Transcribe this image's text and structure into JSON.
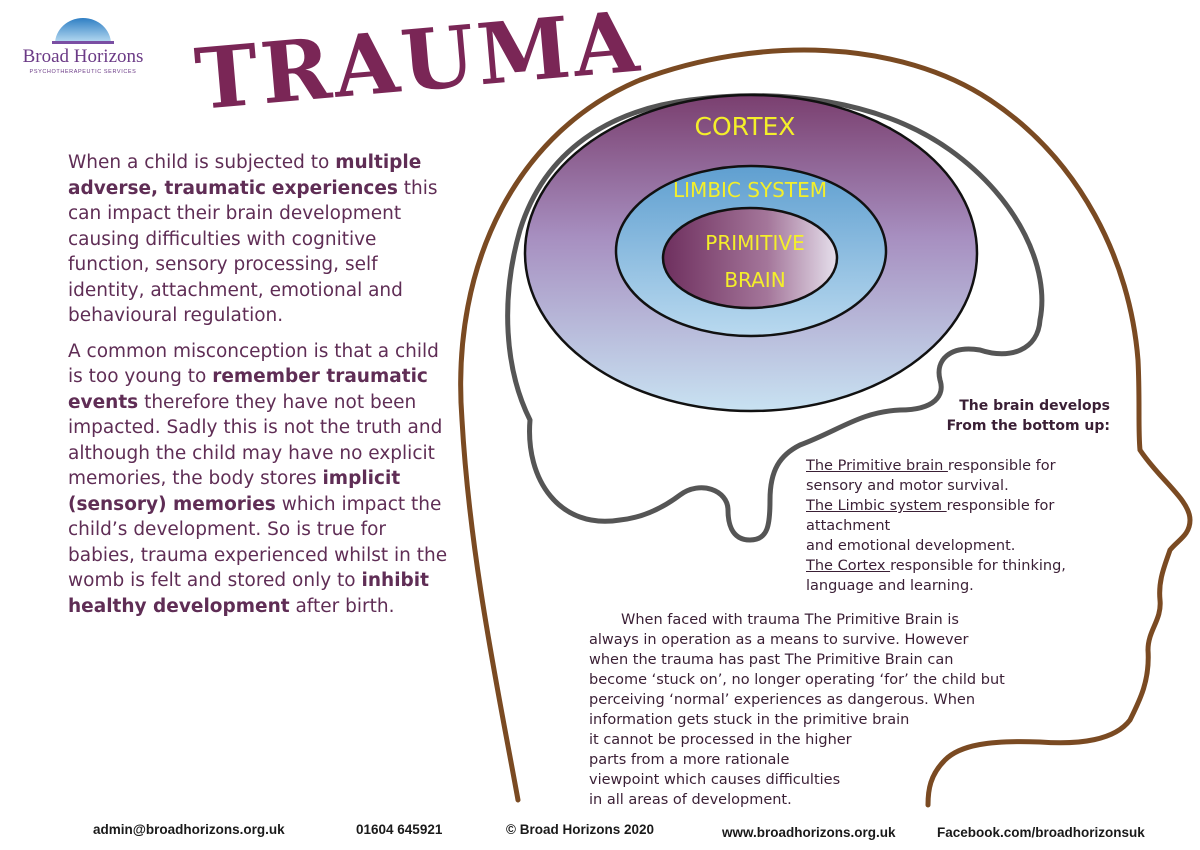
{
  "logo": {
    "name": "Broad Horizons",
    "subtitle": "PSYCHOTHERAPEUTIC SERVICES"
  },
  "title": "TRAUMA",
  "left_text": {
    "p1": [
      {
        "t": "When a child is subjected to"
      },
      {
        "t": "multiple adverse, traumatic",
        "b": true
      },
      {
        "t": "experiences",
        "b": true
      },
      {
        "t": " this can impact"
      },
      {
        "t": "their brain development causing"
      },
      {
        "t": "difficulties with cognitive"
      },
      {
        "t": "function, sensory processing,"
      },
      {
        "t": "self identity, attachment,"
      },
      {
        "t": "emotional and behavioural"
      },
      {
        "t": "regulation."
      }
    ],
    "p2": [
      {
        "t": "A common misconception is"
      },
      {
        "t": "that a child is too young to"
      },
      {
        "t": "remember traumatic events",
        "b": true
      },
      {
        "t": "therefore they have not been"
      },
      {
        "t": "impacted. Sadly this is not the"
      },
      {
        "t": "truth and although the child"
      },
      {
        "t": "may have no explicit memories,"
      },
      {
        "t": "the body stores "
      },
      {
        "t": "implicit",
        "b": true
      },
      {
        "t": "(sensory) memories",
        "b": true
      },
      {
        "t": " which"
      },
      {
        "t": "impact the child’s development."
      },
      {
        "t": "So is true for babies, trauma"
      },
      {
        "t": "experienced whilst in the womb"
      },
      {
        "t": "is felt and stored only to "
      },
      {
        "t": "inhibit",
        "b": true
      },
      {
        "t": "healthy development",
        "b": true
      },
      {
        "t": " after birth."
      }
    ]
  },
  "brain": {
    "cortex": "CORTEX",
    "limbic": "LIMBIC SYSTEM",
    "primitive_1": "PRIMITIVE",
    "primitive_2": "BRAIN",
    "colors": {
      "cortex_top": "#7a3f6f",
      "cortex_bottom": "#c8e2f2",
      "primitive": "#7a3a68",
      "label": "#f4ef2a",
      "head_outline": "#7a4a22",
      "brain_outline": "#555555"
    }
  },
  "develops": {
    "line1": "The brain develops",
    "line2": "From the bottom up:"
  },
  "dev_list": {
    "primitive_u": "The Primitive brain ",
    "primitive_rest": "responsible for",
    "primitive_l2": "sensory and motor survival.",
    "limbic_u": "The Limbic system ",
    "limbic_rest": "responsible for",
    "limbic_l2": "attachment",
    "limbic_l3": "and emotional development.",
    "cortex_u": "The Cortex ",
    "cortex_rest": "responsible for thinking,",
    "cortex_l2": "language and learning."
  },
  "trauma_text": [
    "When faced with trauma The Primitive Brain is",
    "always in operation as a means to survive. However",
    "when the trauma has past The Primitive Brain can",
    "become ‘stuck on’, no longer operating ‘for’ the child but",
    "perceiving ‘normal’ experiences as dangerous. When",
    "information gets stuck in the primitive brain",
    "it cannot be processed in the higher",
    "parts from a more rationale",
    "viewpoint which causes difficulties",
    "in all areas of development."
  ],
  "footer": {
    "email": "admin@broadhorizons.org.uk",
    "phone": "01604 645921",
    "copyright": "© Broad Horizons 2020",
    "website": "www.broadhorizons.org.uk",
    "facebook": "Facebook.com/broadhorizonsuk"
  }
}
